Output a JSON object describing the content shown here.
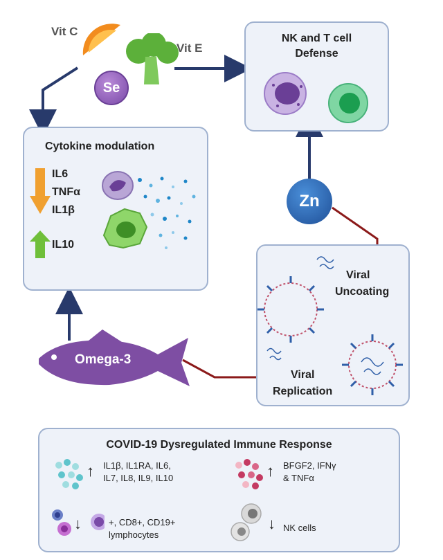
{
  "nutrients": {
    "vit_c": "Vit C",
    "vit_e": "Vit E",
    "se": "Se",
    "zn": "Zn",
    "omega3": "Omega-3"
  },
  "boxes": {
    "nk_defense": {
      "line1": "NK and T cell",
      "line2": "Defense"
    },
    "cytokine": {
      "title": "Cytokine modulation"
    },
    "viral": {
      "uncoating_1": "Viral",
      "uncoating_2": "Uncoating",
      "replication_1": "Viral",
      "replication_2": "Replication"
    }
  },
  "cytokines": {
    "down": [
      "IL6",
      "TNFα",
      "IL1β"
    ],
    "up": [
      "IL10"
    ]
  },
  "legend": {
    "title": "COVID-19 Dysregulated Immune Response",
    "item1": {
      "line1": "IL1β, IL1RA, IL6,",
      "line2": "IL7, IL8, IL9, IL10",
      "direction": "up"
    },
    "item2": {
      "line1": "BFGF2, IFNγ",
      "line2": "& TNFα",
      "direction": "up"
    },
    "item3": {
      "line1": "+, CD8+, CD19+",
      "line2": "lymphocytes",
      "direction": "down"
    },
    "item4": {
      "line1": "NK cells",
      "direction": "down"
    }
  },
  "colors": {
    "arrow_navy": "#283a6b",
    "inhibit_red": "#8b1a1a",
    "down_orange": "#f0a030",
    "up_green": "#6fbf3a",
    "box_fill": "#eef2f9",
    "box_border": "#9fb1cf"
  }
}
